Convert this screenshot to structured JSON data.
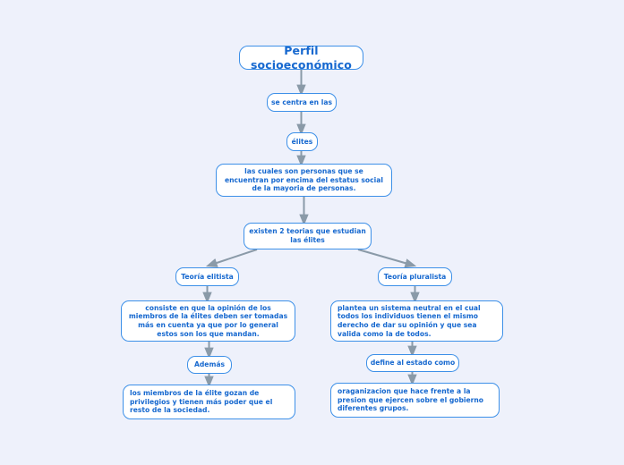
{
  "diagram": {
    "title": "Perfil socioeconómico",
    "background_color": "#eef1fb",
    "node_border_color": "#3d90e8",
    "node_text_color": "#1668cf",
    "connector_color": "#8a9aa8",
    "nodes": {
      "root": "Perfil socioeconómico",
      "se_centra": "se centra en las",
      "elites": "élites",
      "las_cuales": "las cuales son personas que se encuentran por encima del estatus social de la mayoria de personas.",
      "existen_teorias": "existen 2 teorias que estudian las élites",
      "teoria_elitista": "Teoría elitista",
      "teoria_pluralista": "Teoría pluralista",
      "consiste": "consiste en que la opinión de los miembros de la élites deben ser tomadas más en cuenta ya que por lo general estos son los que mandan.",
      "plantea": "plantea un sistema neutral en el cual todos los individuos tienen el mismo derecho de dar su opinión y que sea valida como la de todos.",
      "ademas": "Además",
      "define_estado": "define al estado como",
      "miembros_gozan": "los miembros de la élite gozan de privilegios y tienen más poder que el resto de la sociedad.",
      "organizacion": "oraganizacion que hace frente a la presion que ejercen sobre el gobierno diferentes grupos."
    }
  }
}
